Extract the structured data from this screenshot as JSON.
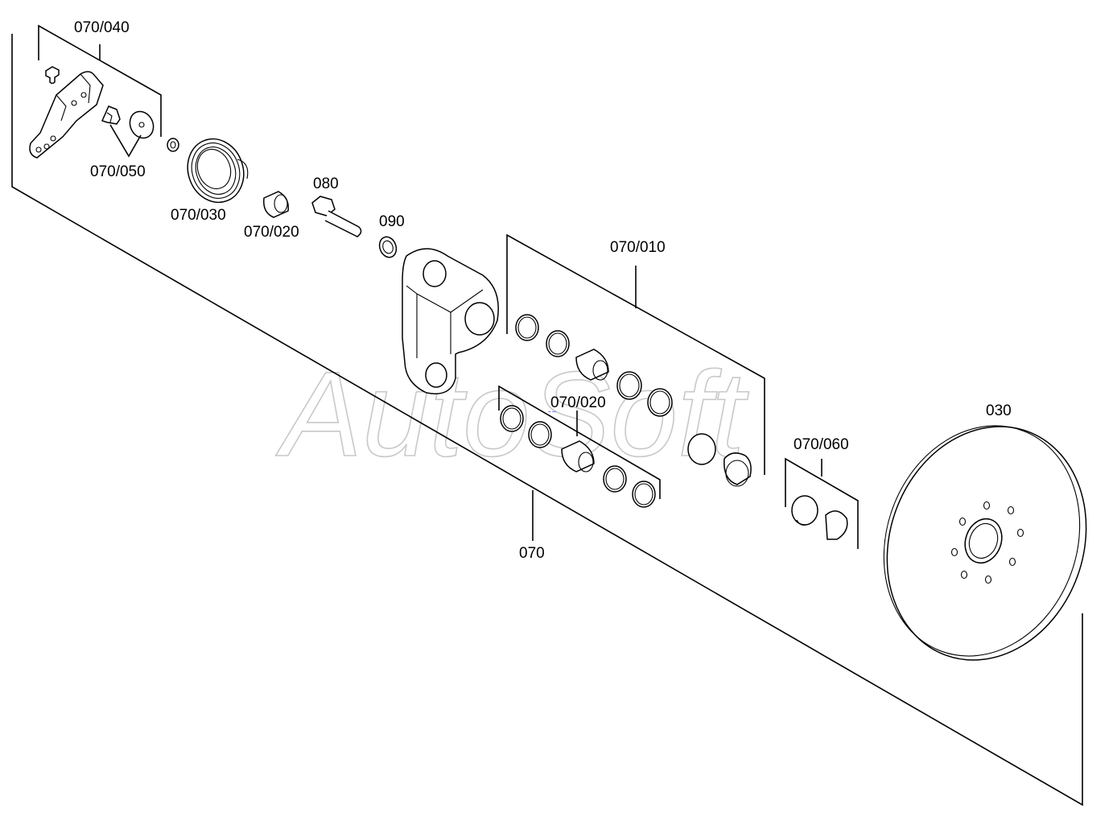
{
  "watermark": "AutoSoft",
  "labels": {
    "l_070_040": "070/040",
    "l_070_050": "070/050",
    "l_070_030": "070/030",
    "l_070_020_top": "070/020",
    "l_080": "080",
    "l_090": "090",
    "l_070_010": "070/010",
    "l_070_020_mid": "070/020",
    "l_070_060": "070/060",
    "l_030": "030",
    "l_070": "070"
  }
}
